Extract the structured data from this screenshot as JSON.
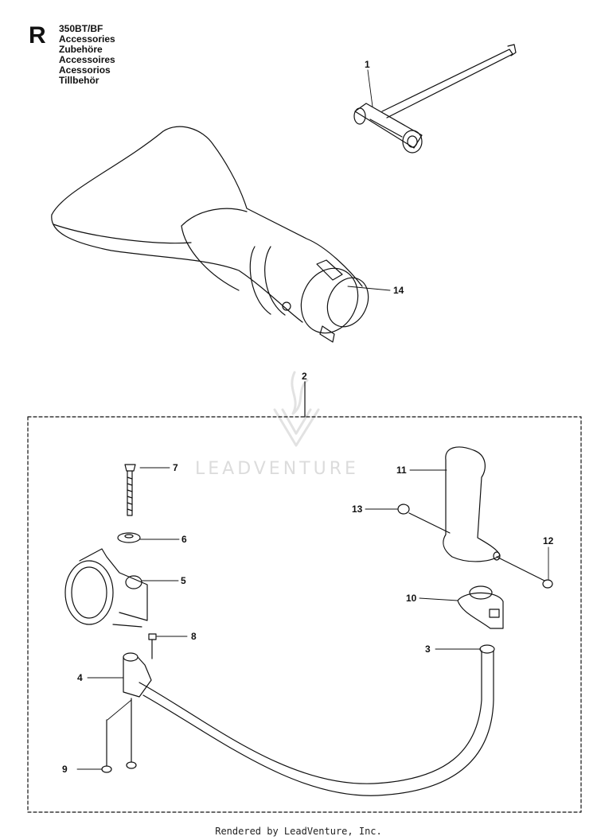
{
  "header": {
    "section_letter": "R",
    "model": "350BT/BF",
    "titles": [
      "Accessories",
      "Zubehöre",
      "Accessoires",
      "Acessorios",
      "Tillbehör"
    ]
  },
  "callouts": [
    {
      "id": "1",
      "label": "1"
    },
    {
      "id": "2",
      "label": "2"
    },
    {
      "id": "3",
      "label": "3"
    },
    {
      "id": "4",
      "label": "4"
    },
    {
      "id": "5",
      "label": "5"
    },
    {
      "id": "6",
      "label": "6"
    },
    {
      "id": "7",
      "label": "7"
    },
    {
      "id": "8",
      "label": "8"
    },
    {
      "id": "9",
      "label": "9"
    },
    {
      "id": "10",
      "label": "10"
    },
    {
      "id": "11",
      "label": "11"
    },
    {
      "id": "12",
      "label": "12"
    },
    {
      "id": "13",
      "label": "13"
    },
    {
      "id": "14",
      "label": "14"
    }
  ],
  "watermark": "LEADVENTURE",
  "footer": "Rendered by LeadVenture, Inc."
}
